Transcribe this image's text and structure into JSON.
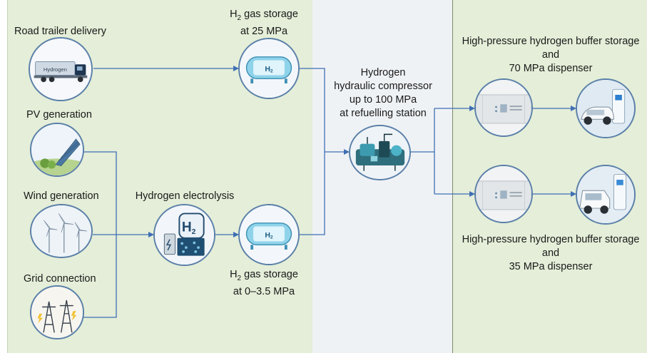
{
  "sources": {
    "road_trailer": "Road trailer delivery",
    "pv": "PV generation",
    "wind": "Wind generation",
    "grid": "Grid connection"
  },
  "truck_text": "Hydrogen",
  "storage_top": {
    "h": "H",
    "sub": "2",
    "line1_rest": " gas storage",
    "line2": "at 25 MPa"
  },
  "storage_bottom": {
    "h": "H",
    "sub": "2",
    "line1_rest": " gas storage",
    "line2": "at 0–3.5 MPa"
  },
  "tank_label": {
    "h": "H",
    "sub": "2"
  },
  "electrolysis": {
    "title": "Hydrogen electrolysis",
    "icon_h": "H",
    "icon_sub": "2"
  },
  "compressor": {
    "line1": "Hydrogen",
    "line2": "hydraulic compressor",
    "line3": "up to 100 MPa",
    "line4": "at refuelling station"
  },
  "buffer_70": {
    "line1": "High-pressure hydrogen buffer storage",
    "line2": "and",
    "line3": "70 MPa dispenser"
  },
  "buffer_35": {
    "line1": "High-pressure hydrogen buffer storage",
    "line2": "and",
    "line3": "35 MPa dispenser"
  },
  "colors": {
    "panel_green": "#e4eed8",
    "panel_grey": "#eff2f5",
    "connector": "#3f6fb5",
    "circle_border": "#5a7fa8"
  }
}
